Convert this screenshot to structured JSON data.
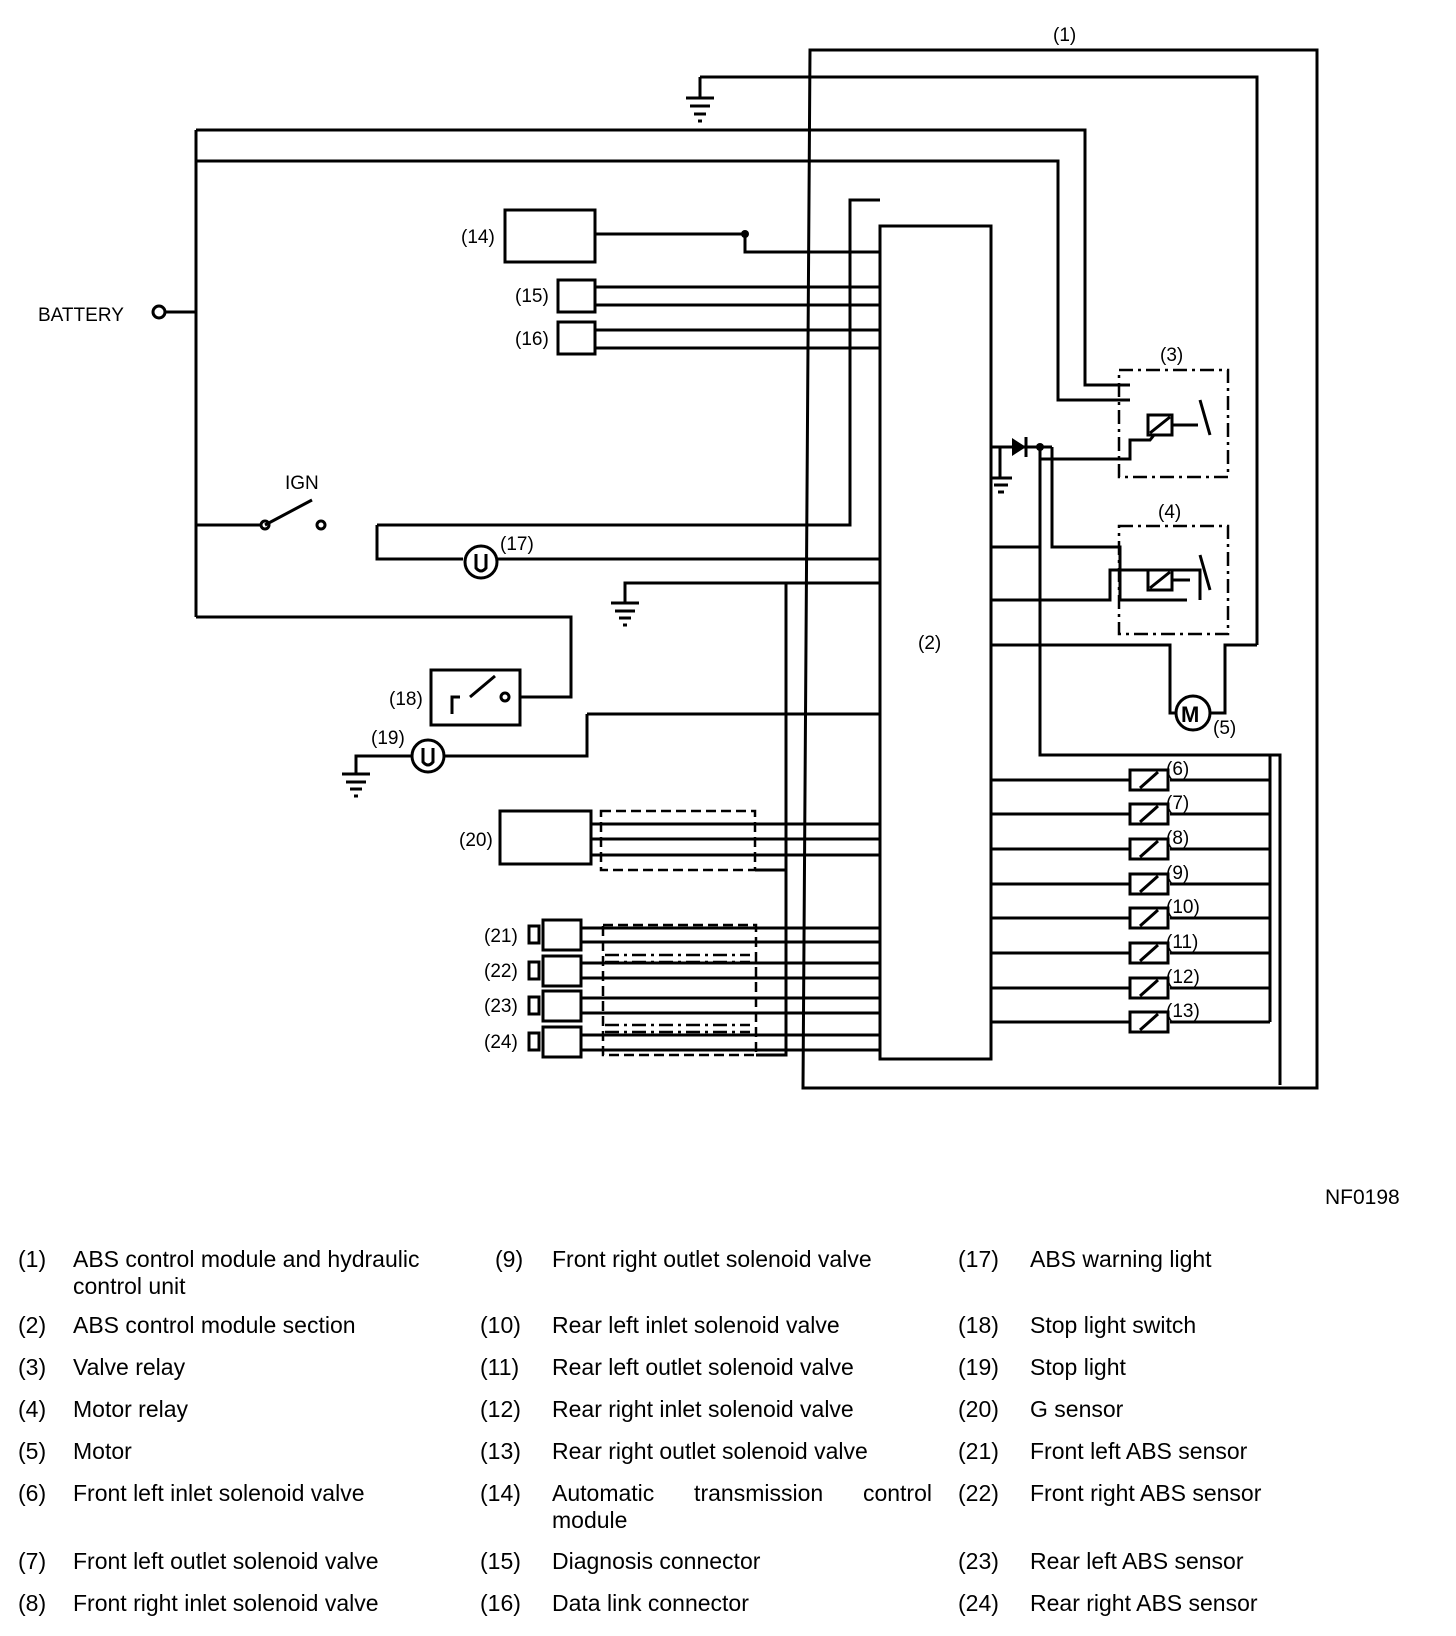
{
  "diagram": {
    "labels": {
      "battery": "BATTERY",
      "ign": "IGN",
      "motor_symbol": "M",
      "n1": "(1)",
      "n2": "(2)",
      "n3": "(3)",
      "n4": "(4)",
      "n5": "(5)",
      "n6": "(6)",
      "n7": "(7)",
      "n8": "(8)",
      "n9": "(9)",
      "n10": "(10)",
      "n11": "(11)",
      "n12": "(12)",
      "n13": "(13)",
      "n14": "(14)",
      "n15": "(15)",
      "n16": "(16)",
      "n17": "(17)",
      "n18": "(18)",
      "n19": "(19)",
      "n20": "(20)",
      "n21": "(21)",
      "n22": "(22)",
      "n23": "(23)",
      "n24": "(24)"
    },
    "figure_code": "NF0198"
  },
  "legend": {
    "col1": [
      {
        "num": "(1)",
        "text": "ABS control module and hydraulic control unit"
      },
      {
        "num": "(2)",
        "text": "ABS control module section"
      },
      {
        "num": "(3)",
        "text": "Valve relay"
      },
      {
        "num": "(4)",
        "text": "Motor relay"
      },
      {
        "num": "(5)",
        "text": "Motor"
      },
      {
        "num": "(6)",
        "text": "Front left inlet solenoid valve"
      },
      {
        "num": "(7)",
        "text": "Front left outlet solenoid valve"
      },
      {
        "num": "(8)",
        "text": "Front right inlet solenoid valve"
      }
    ],
    "col2": [
      {
        "num": "(9)",
        "text": "Front right outlet solenoid valve"
      },
      {
        "num": "(10)",
        "text": "Rear left inlet solenoid valve"
      },
      {
        "num": "(11)",
        "text": "Rear left outlet solenoid valve"
      },
      {
        "num": "(12)",
        "text": "Rear right inlet solenoid valve"
      },
      {
        "num": "(13)",
        "text": "Rear right outlet solenoid valve"
      },
      {
        "num": "(14)",
        "text": "Automatic transmission control module"
      },
      {
        "num": "(15)",
        "text": "Diagnosis connector"
      },
      {
        "num": "(16)",
        "text": "Data link connector"
      }
    ],
    "col3": [
      {
        "num": "(17)",
        "text": "ABS warning light"
      },
      {
        "num": "(18)",
        "text": "Stop light switch"
      },
      {
        "num": "(19)",
        "text": "Stop light"
      },
      {
        "num": "(20)",
        "text": "G sensor"
      },
      {
        "num": "(21)",
        "text": "Front left ABS sensor"
      },
      {
        "num": "(22)",
        "text": "Front right ABS sensor"
      },
      {
        "num": "(23)",
        "text": "Rear left ABS sensor"
      },
      {
        "num": "(24)",
        "text": "Rear right ABS sensor"
      }
    ]
  }
}
